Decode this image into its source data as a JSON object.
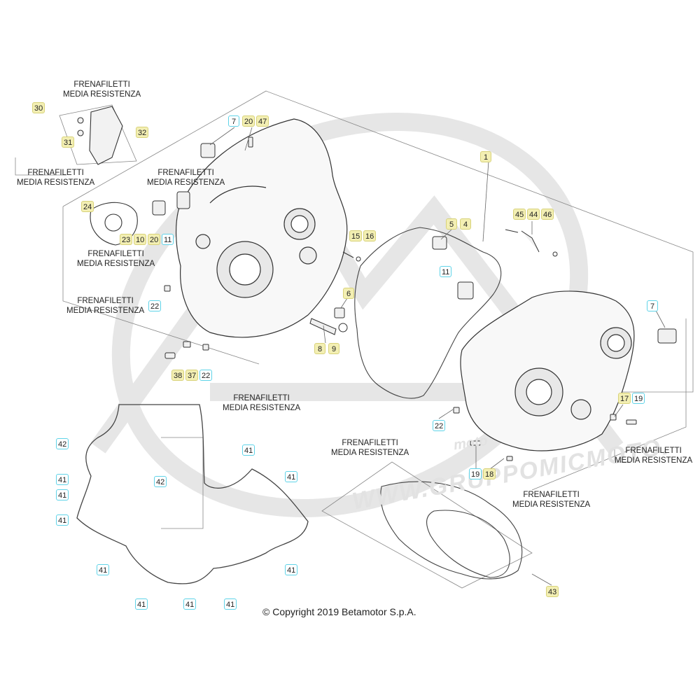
{
  "notes": {
    "thread_lock": [
      "FRENAFILETTI",
      "MEDIA RESISTENZA"
    ]
  },
  "watermark": {
    "brand": "moto",
    "site": "WWW.GRUPPOMICMOTO."
  },
  "copyright": "© Copyright 2019 Betamotor S.p.A.",
  "colors": {
    "line": "#444444",
    "callout_fill": "#f3efb3",
    "callout_border_alt": "#5fd3e8",
    "watermark": "#e2e2e2"
  },
  "callouts": [
    {
      "label": "30",
      "style": "y"
    },
    {
      "label": "31",
      "style": "y"
    },
    {
      "label": "32",
      "style": "y"
    },
    {
      "label": "7",
      "style": "c"
    },
    {
      "label": "20",
      "style": "y"
    },
    {
      "label": "47",
      "style": "y"
    },
    {
      "label": "1",
      "style": "y"
    },
    {
      "label": "24",
      "style": "y"
    },
    {
      "label": "23",
      "style": "y"
    },
    {
      "label": "10",
      "style": "y"
    },
    {
      "label": "20",
      "style": "y"
    },
    {
      "label": "11",
      "style": "c"
    },
    {
      "label": "15",
      "style": "y"
    },
    {
      "label": "16",
      "style": "y"
    },
    {
      "label": "5",
      "style": "y"
    },
    {
      "label": "4",
      "style": "y"
    },
    {
      "label": "45",
      "style": "y"
    },
    {
      "label": "44",
      "style": "y"
    },
    {
      "label": "46",
      "style": "y"
    },
    {
      "label": "11",
      "style": "c"
    },
    {
      "label": "6",
      "style": "y"
    },
    {
      "label": "22",
      "style": "c"
    },
    {
      "label": "7",
      "style": "c"
    },
    {
      "label": "8",
      "style": "y"
    },
    {
      "label": "9",
      "style": "y"
    },
    {
      "label": "38",
      "style": "y"
    },
    {
      "label": "37",
      "style": "y"
    },
    {
      "label": "22",
      "style": "c"
    },
    {
      "label": "17",
      "style": "y"
    },
    {
      "label": "19",
      "style": "c"
    },
    {
      "label": "22",
      "style": "c"
    },
    {
      "label": "42",
      "style": "c"
    },
    {
      "label": "41",
      "style": "c"
    },
    {
      "label": "41",
      "style": "c"
    },
    {
      "label": "42",
      "style": "c"
    },
    {
      "label": "41",
      "style": "c"
    },
    {
      "label": "41",
      "style": "c"
    },
    {
      "label": "41",
      "style": "c"
    },
    {
      "label": "19",
      "style": "c"
    },
    {
      "label": "18",
      "style": "y"
    },
    {
      "label": "41",
      "style": "c"
    },
    {
      "label": "41",
      "style": "c"
    },
    {
      "label": "41",
      "style": "c"
    },
    {
      "label": "41",
      "style": "c"
    },
    {
      "label": "41",
      "style": "c"
    },
    {
      "label": "43",
      "style": "y"
    }
  ]
}
